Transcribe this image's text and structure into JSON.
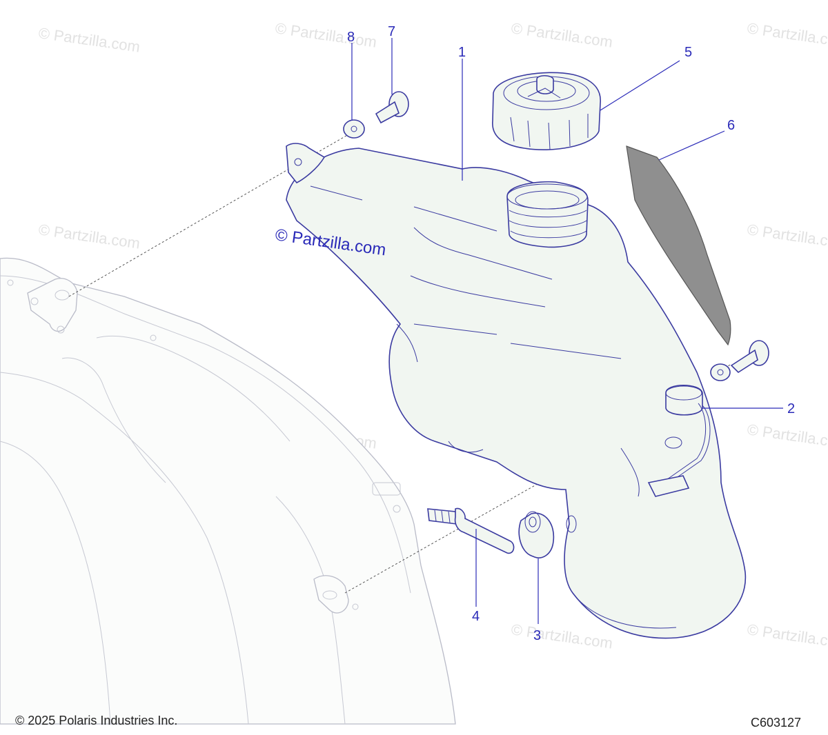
{
  "watermark": {
    "text": "© Partzilla.com",
    "center_text": "© Partzilla.com"
  },
  "callouts": [
    "1",
    "2",
    "3",
    "4",
    "5",
    "6",
    "7",
    "8"
  ],
  "footer": {
    "copyright": "© 2025 Polaris Industries Inc.",
    "diagram_id": "C603127"
  },
  "colors": {
    "callout": "#2a2ab8",
    "part_outline": "#3a3aa0",
    "part_fill": "#f1f6f1",
    "watermark": "#e2e2e2"
  }
}
